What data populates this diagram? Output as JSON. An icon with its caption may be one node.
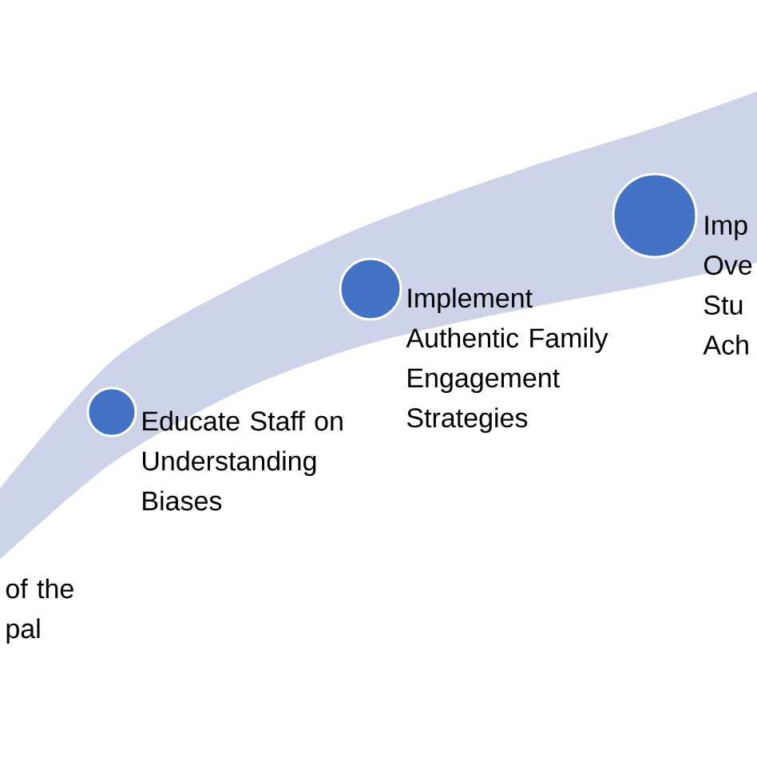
{
  "diagram": {
    "nodes": [
      {
        "text": [
          "Educate Staff on Understanding Biases"
        ]
      },
      {
        "text": [
          "Implement Authentic Family Engagement Strategies"
        ]
      },
      {
        "text": [
          "Imp Ove Stu Ach"
        ]
      }
    ],
    "labels": [
      "of the pal"
    ]
  }
}
